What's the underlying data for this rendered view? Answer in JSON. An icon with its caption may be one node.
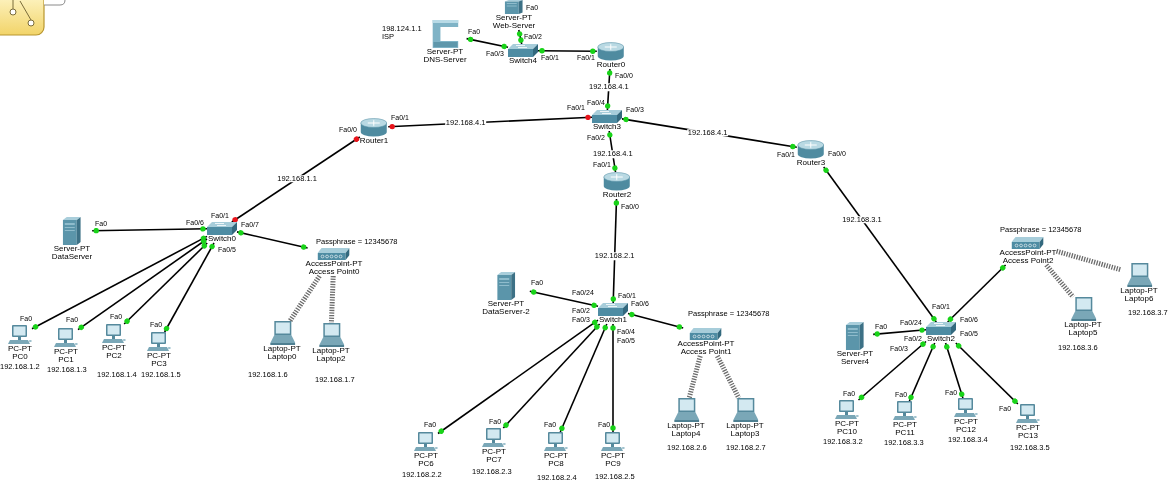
{
  "diagram": {
    "nodes": [
      {
        "text": [
          "Server-PT",
          "Web-Server"
        ],
        "beside": [
          "Fa0"
        ]
      },
      {
        "text": [
          "Server-PT",
          "DNS-Server"
        ],
        "beside": [
          "198.124.1.1",
          "ISP",
          "Fa0"
        ]
      },
      {
        "text": [
          "Switch4"
        ],
        "beside": [
          "Fa0/3",
          "Fa0/1",
          "Fa0/2"
        ]
      },
      {
        "text": [
          "Router0"
        ],
        "beside": [
          "Fa0/1",
          "Fa0/0"
        ]
      },
      {
        "text": [
          "Switch3"
        ],
        "beside": [
          "Fa0/4",
          "Fa0/1",
          "Fa0/3",
          "Fa0/2"
        ]
      },
      {
        "text": [
          "Router1"
        ],
        "beside": [
          "Fa0/1",
          "Fa0/0"
        ]
      },
      {
        "text": [
          "Router3"
        ],
        "beside": [
          "Fa0/1",
          "Fa0/0"
        ]
      },
      {
        "text": [
          "Router2"
        ],
        "beside": [
          "Fa0/1",
          "Fa0/0"
        ]
      },
      {
        "text": [
          "Server-PT",
          "DataServer"
        ],
        "beside": [
          "Fa0"
        ]
      },
      {
        "text": [
          "Switch0"
        ],
        "beside": [
          "Fa0/1",
          "Fa0/6",
          "Fa0/7",
          "Fa0/5"
        ]
      },
      {
        "text": [
          "AccessPoint-PT",
          "Access Point0"
        ],
        "beside": [
          "Passphrase = 12345678"
        ]
      },
      {
        "text": [
          "PC-PT",
          "PC0"
        ],
        "beside": [
          "192.168.1.2",
          "Fa0"
        ]
      },
      {
        "text": [
          "PC-PT",
          "PC1"
        ],
        "beside": [
          "192.168.1.3",
          "Fa0"
        ]
      },
      {
        "text": [
          "PC-PT",
          "PC2"
        ],
        "beside": [
          "192.168.1.4",
          "Fa0"
        ]
      },
      {
        "text": [
          "PC-PT",
          "PC3"
        ],
        "beside": [
          "192.168.1.5",
          "Fa0"
        ]
      },
      {
        "text": [
          "Laptop-PT",
          "Laptop0"
        ],
        "beside": [
          "192.168.1.6"
        ]
      },
      {
        "text": [
          "Laptop-PT",
          "Laptop2"
        ],
        "beside": [
          "192.168.1.7"
        ]
      },
      {
        "text": [
          "Server-PT",
          "DataServer-2"
        ],
        "beside": [
          "Fa0"
        ]
      },
      {
        "text": [
          "Switch1"
        ],
        "beside": [
          "Fa0/1",
          "Fa0/24",
          "Fa0/6",
          "Fa0/2",
          "Fa0/3",
          "Fa0/4",
          "Fa0/5"
        ]
      },
      {
        "text": [
          "AccessPoint-PT",
          "Access Point1"
        ],
        "beside": [
          "Passphrase = 12345678"
        ]
      },
      {
        "text": [
          "PC-PT",
          "PC6"
        ],
        "beside": [
          "192.168.2.2",
          "Fa0"
        ]
      },
      {
        "text": [
          "PC-PT",
          "PC7"
        ],
        "beside": [
          "192.168.2.3",
          "Fa0"
        ]
      },
      {
        "text": [
          "PC-PT",
          "PC8"
        ],
        "beside": [
          "192.168.2.4",
          "Fa0"
        ]
      },
      {
        "text": [
          "PC-PT",
          "PC9"
        ],
        "beside": [
          "192.168.2.5",
          "Fa0"
        ]
      },
      {
        "text": [
          "Laptop-PT",
          "Laptop4"
        ],
        "beside": [
          "192.168.2.6"
        ]
      },
      {
        "text": [
          "Laptop-PT",
          "Laptop3"
        ],
        "beside": [
          "192.168.2.7"
        ]
      },
      {
        "text": [
          "AccessPoint-PT",
          "Access Point2"
        ],
        "beside": [
          "Passphrase = 12345678"
        ]
      },
      {
        "text": [
          "Laptop-PT",
          "Laptop6"
        ],
        "beside": [
          "192.168.3.7"
        ]
      },
      {
        "text": [
          "Laptop-PT",
          "Laptop5"
        ],
        "beside": [
          "192.168.3.6"
        ]
      },
      {
        "text": [
          "Server-PT",
          "Server4"
        ],
        "beside": [
          "Fa0"
        ]
      },
      {
        "text": [
          "Switch2"
        ],
        "beside": [
          "Fa0/1",
          "Fa0/6",
          "Fa0/24",
          "Fa0/2",
          "Fa0/3",
          "Fa0/5"
        ]
      },
      {
        "text": [
          "PC-PT",
          "PC10"
        ],
        "beside": [
          "192.168.3.2",
          "Fa0"
        ]
      },
      {
        "text": [
          "PC-PT",
          "PC11"
        ],
        "beside": [
          "192.168.3.3",
          "Fa0"
        ]
      },
      {
        "text": [
          "PC-PT",
          "PC12"
        ],
        "beside": [
          "192.168.3.4",
          "Fa0"
        ]
      },
      {
        "text": [
          "PC-PT",
          "PC13"
        ],
        "beside": [
          "192.168.3.5",
          "Fa0"
        ]
      }
    ],
    "edges": [
      {
        "from": 0,
        "to": 2,
        "arrow": "other"
      },
      {
        "from": 1,
        "to": 2,
        "arrow": "other"
      },
      {
        "from": 2,
        "to": 3,
        "arrow": "other"
      },
      {
        "from": 3,
        "to": 4,
        "arrow": "other",
        "label": "192.168.4.1"
      },
      {
        "from": 5,
        "to": 4,
        "arrow": "other",
        "label": "192.168.4.1"
      },
      {
        "from": 4,
        "to": 6,
        "arrow": "other",
        "label": "192.168.4.1"
      },
      {
        "from": 4,
        "to": 7,
        "arrow": "other",
        "label": "192.168.4.1"
      },
      {
        "from": 5,
        "to": 9,
        "arrow": "other",
        "label": "192.168.1.1"
      },
      {
        "from": 8,
        "to": 9,
        "arrow": "other"
      },
      {
        "from": 9,
        "to": 10,
        "arrow": "other"
      },
      {
        "from": 9,
        "to": 11,
        "arrow": "other"
      },
      {
        "from": 9,
        "to": 12,
        "arrow": "other"
      },
      {
        "from": 9,
        "to": 13,
        "arrow": "other"
      },
      {
        "from": 9,
        "to": 14,
        "arrow": "other"
      },
      {
        "from": 10,
        "to": 15,
        "arrow": "none",
        "style": "dashed",
        "color": "#6b6b6b"
      },
      {
        "from": 10,
        "to": 16,
        "arrow": "none",
        "style": "dashed",
        "color": "#6b6b6b"
      },
      {
        "from": 7,
        "to": 18,
        "arrow": "other",
        "label": "192.168.2.1"
      },
      {
        "from": 17,
        "to": 18,
        "arrow": "other"
      },
      {
        "from": 18,
        "to": 19,
        "arrow": "other"
      },
      {
        "from": 18,
        "to": 20,
        "arrow": "other"
      },
      {
        "from": 18,
        "to": 21,
        "arrow": "other"
      },
      {
        "from": 18,
        "to": 22,
        "arrow": "other"
      },
      {
        "from": 18,
        "to": 23,
        "arrow": "other"
      },
      {
        "from": 19,
        "to": 24,
        "arrow": "none",
        "style": "dashed",
        "color": "#6b6b6b"
      },
      {
        "from": 19,
        "to": 25,
        "arrow": "none",
        "style": "dashed",
        "color": "#6b6b6b"
      },
      {
        "from": 6,
        "to": 30,
        "arrow": "other",
        "label": "192.168.3.1"
      },
      {
        "from": 30,
        "to": 26,
        "arrow": "other"
      },
      {
        "from": 26,
        "to": 27,
        "arrow": "none",
        "style": "dashed",
        "color": "#6b6b6b"
      },
      {
        "from": 26,
        "to": 28,
        "arrow": "none",
        "style": "dashed",
        "color": "#6b6b6b"
      },
      {
        "from": 29,
        "to": 30,
        "arrow": "other"
      },
      {
        "from": 30,
        "to": 31,
        "arrow": "other"
      },
      {
        "from": 30,
        "to": 32,
        "arrow": "other"
      },
      {
        "from": 30,
        "to": 33,
        "arrow": "other"
      },
      {
        "from": 30,
        "to": 34,
        "arrow": "other"
      }
    ]
  }
}
